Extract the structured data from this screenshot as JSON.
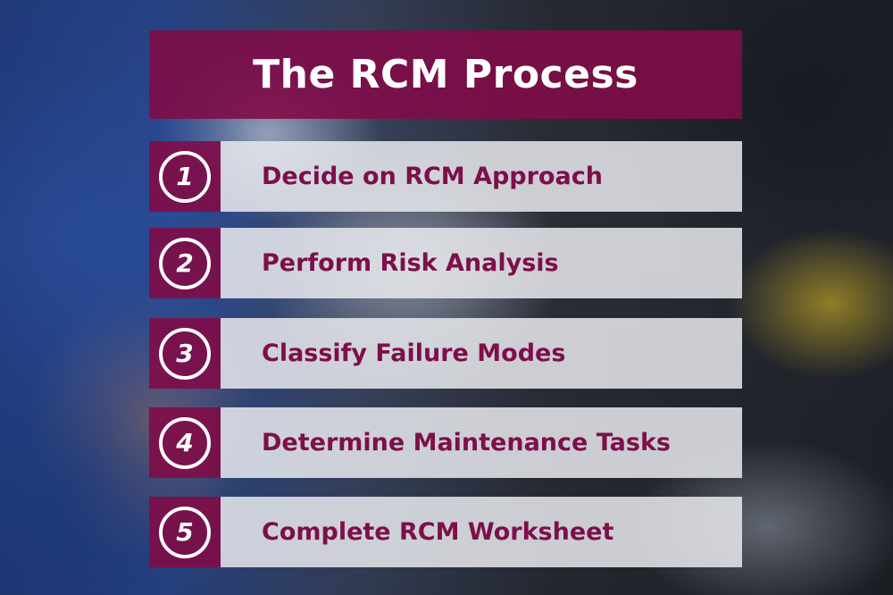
{
  "title": "The RCM Process",
  "colors": {
    "accent": "#800c48",
    "label_text": "#7d0f4a",
    "panel": "#e8e9ee"
  },
  "steps": [
    {
      "number": "1",
      "label": "Decide on RCM Approach"
    },
    {
      "number": "2",
      "label": "Perform Risk Analysis"
    },
    {
      "number": "3",
      "label": "Classify Failure Modes"
    },
    {
      "number": "4",
      "label": "Determine Maintenance Tasks"
    },
    {
      "number": "5",
      "label": "Complete RCM Worksheet"
    }
  ]
}
